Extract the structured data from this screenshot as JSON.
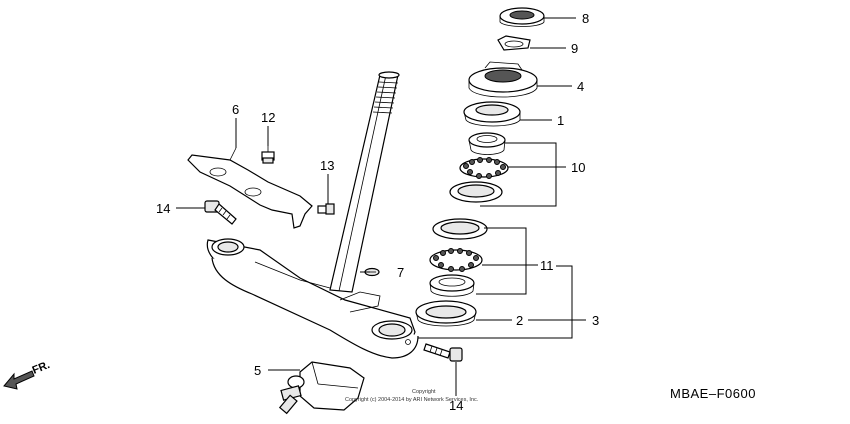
{
  "callouts": {
    "c1": "1",
    "c2": "2",
    "c3": "3",
    "c4": "4",
    "c5": "5",
    "c6": "6",
    "c7": "7",
    "c8": "8",
    "c9": "9",
    "c10": "10",
    "c11": "11",
    "c12": "12",
    "c13": "13",
    "c14a": "14",
    "c14b": "14"
  },
  "direction_label": "FR.",
  "diagram_code": "MBAE–F0600",
  "copyright": {
    "line1": "Copyright",
    "line2": "Copyright (c) 2004-2014 by ARI Network Services, Inc."
  }
}
